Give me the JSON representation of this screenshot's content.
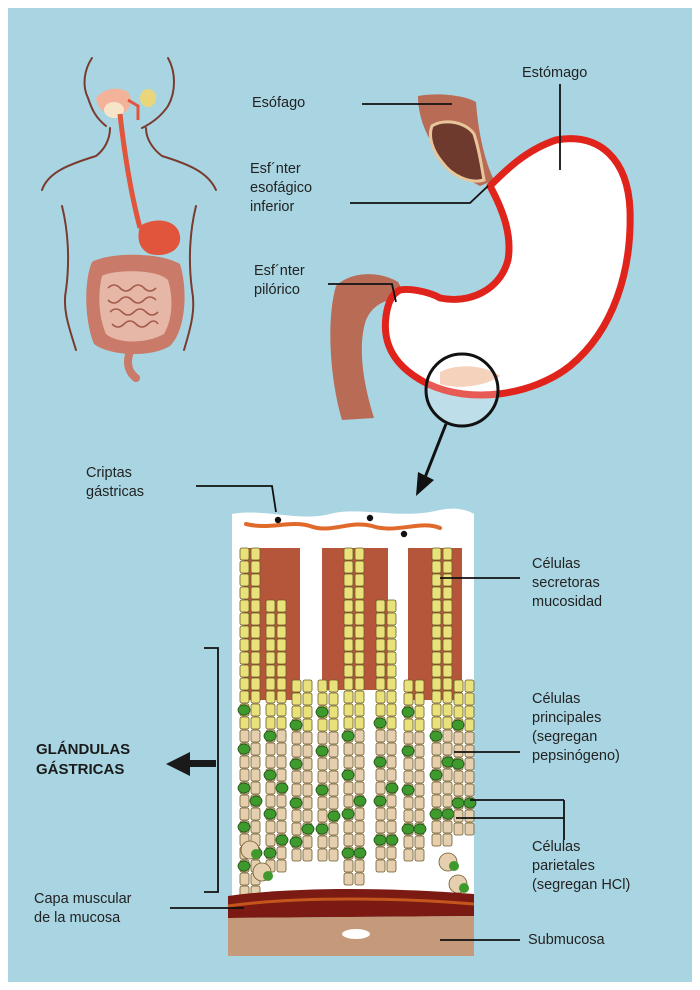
{
  "labels": {
    "estomago": "Estómago",
    "esofago": "Esófago",
    "esfinter_esofagico": [
      "Esf´nter",
      "esofágico",
      "inferior"
    ],
    "esfinter_pilorico": [
      "Esf´nter",
      "pilórico"
    ],
    "criptas": [
      "Criptas",
      "gástricas"
    ],
    "celulas_secretoras": [
      "Células",
      "secretoras",
      "mucosidad"
    ],
    "celulas_principales": [
      "Células",
      "principales",
      "(segregan",
      "pepsinógeno)"
    ],
    "celulas_parietales": [
      "Células",
      "parietales",
      "(segregan HCl)"
    ],
    "glandulas": [
      "GLÁNDULAS",
      "GÁSTRICAS"
    ],
    "capa_muscular": [
      "Capa muscular",
      "de la mucosa"
    ],
    "submucosa": "Submucosa"
  },
  "colors": {
    "background": "#a9d5e3",
    "stomach_wall": "#e0231b",
    "tissue_brown": "#b5563a",
    "mucous_cells": "#e9e27a",
    "chief_cells": "#e6cfae",
    "parietal_cells": "#3e9a2c",
    "muscle_layer": "#7a1a12",
    "submucosa": "#c49a7a"
  }
}
